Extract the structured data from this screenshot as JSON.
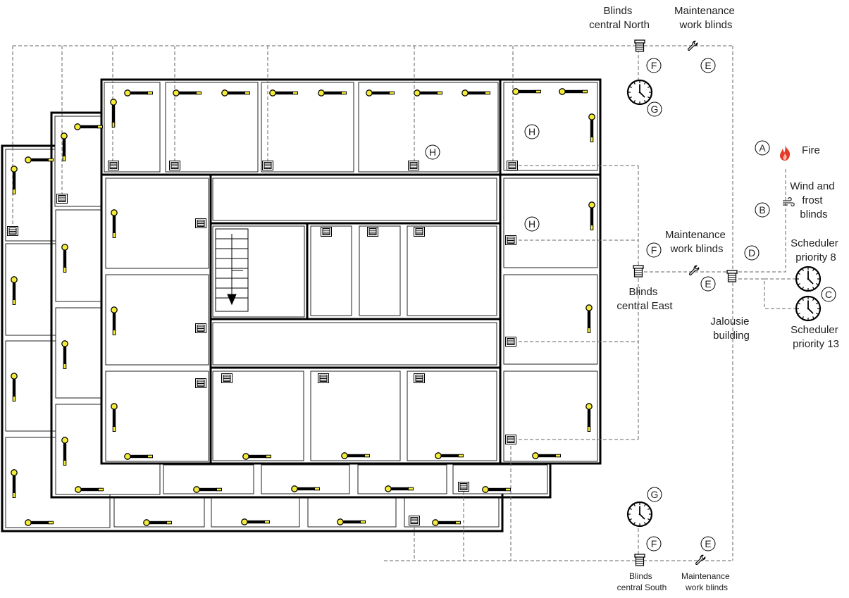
{
  "labels": {
    "north_central": [
      "Blinds",
      "central North"
    ],
    "north_maintenance": [
      "Maintenance",
      "work blinds"
    ],
    "east_maintenance": [
      "Maintenance",
      "work blinds"
    ],
    "east_central": [
      "Blinds",
      "central East"
    ],
    "building": [
      "Jalousie",
      "building"
    ],
    "fire": "Fire",
    "wind": [
      "Wind and",
      "frost",
      "blinds"
    ],
    "scheduler8": [
      "Scheduler",
      "priority 8"
    ],
    "scheduler13": [
      "Scheduler",
      "priority 13"
    ],
    "south_central": [
      "Blinds",
      "central South"
    ],
    "south_maintenance": [
      "Maintenance",
      "work blinds"
    ]
  },
  "badges": {
    "A": "A",
    "B": "B",
    "C": "C",
    "D": "D",
    "E": "E",
    "F": "F",
    "G": "G",
    "H": "H"
  },
  "colors": {
    "sensor": "#f5ec3a",
    "fire": "#e53a2a",
    "wall": "#000000",
    "line": "#666666"
  },
  "icons": {
    "blind_central": "blind-central-icon",
    "maintenance": "wrench-icon",
    "clock": "clock-icon",
    "fire": "fire-icon",
    "wind": "wind-icon",
    "actuator": "blind-actuator-icon",
    "sensor": "blind-motor-sensor-icon"
  }
}
